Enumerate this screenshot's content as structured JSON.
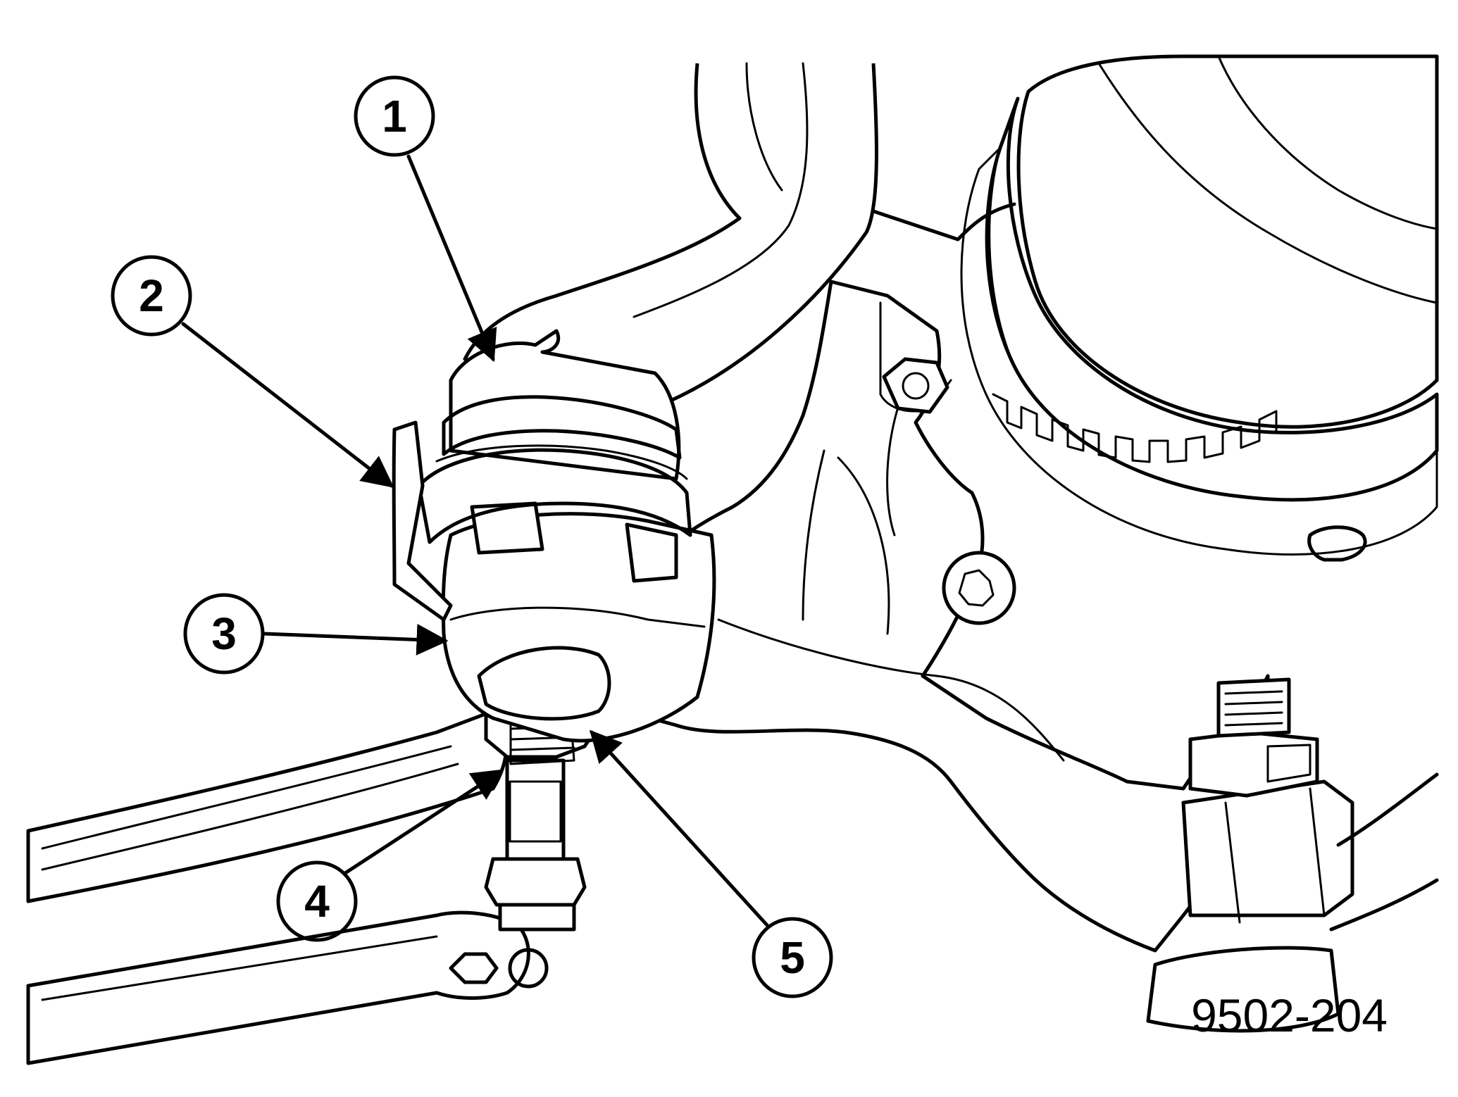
{
  "figure": {
    "id_label": "9502-204",
    "style": "black line art, stippled shading"
  },
  "callouts": [
    {
      "number": "1"
    },
    {
      "number": "2"
    },
    {
      "number": "3"
    },
    {
      "number": "4"
    },
    {
      "number": "5"
    }
  ],
  "colors": {
    "ink": "#000000",
    "paper": "#ffffff",
    "stipple": "#9a9a9a"
  }
}
